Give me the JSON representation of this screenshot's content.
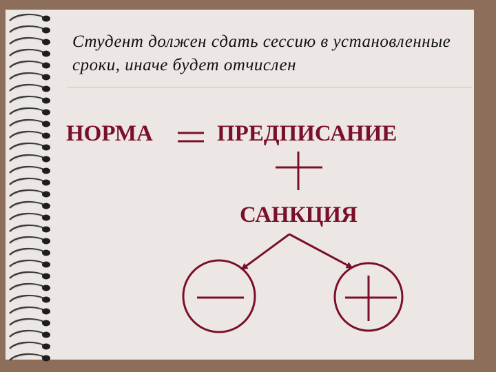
{
  "slide": {
    "text": "Студент должен сдать сессию в установленные сроки, иначе будет отчислен",
    "left_term": "НОРМА",
    "right_term": "ПРЕДПИСАНИЕ",
    "lower_term": "САНКЦИЯ",
    "left_circle_symbol": "minus",
    "right_circle_symbol": "plus"
  },
  "colors": {
    "background": "#8c6e5a",
    "paper": "#ece7e4",
    "accent": "#7a0f2a",
    "text": "#111111"
  }
}
